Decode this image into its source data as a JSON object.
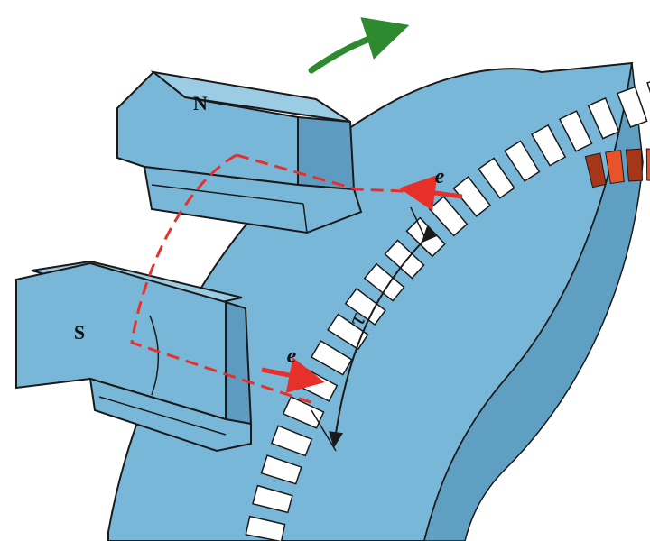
{
  "labels": {
    "north_pole": "N",
    "south_pole": "S",
    "emf_upper": "e",
    "emf_lower": "e",
    "pole_pitch": "τ"
  },
  "colors": {
    "background": "#ffffff",
    "armature": "#78b7d8",
    "armature_shade": "#5f9fc2",
    "pole": "#78b7d8",
    "pole_shade": "#5d9cc0",
    "tooth": "#ffffff",
    "tooth_shade": "#c9d2d8",
    "outline": "#1a1a1a",
    "commutator": "#e8532a",
    "commutator_shade": "#a6361a",
    "flux_path": "#e8302a",
    "emf_arrow": "#e8302a",
    "rotation_arrow": "#2e8a2e",
    "pitch_arc": "#1a1a1a"
  },
  "icons": {
    "rotation": "curved-arrow-icon",
    "emf": "straight-arrow-icon",
    "pitch": "double-headed-arc-icon"
  }
}
